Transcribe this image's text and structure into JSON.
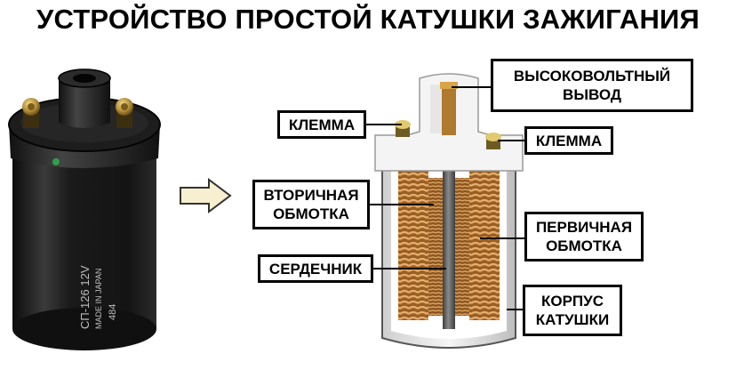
{
  "title": "УСТРОЙСТВО ПРОСТОЙ КАТУШКИ ЗАЖИГАНИЯ",
  "colors": {
    "background": "#ffffff",
    "text": "#000000",
    "copper": "#c88a45",
    "core": "#6b6b6b",
    "ceramic": "#f2f2f2",
    "arrow_fill": "#f7efcf"
  },
  "photo": {
    "marking_main": "СП-126 12V",
    "marking_sub": "MADE IN JAPAN",
    "marking_num": "484"
  },
  "labels": {
    "hv_output_line1": "ВЫСОКОВОЛЬТНЫЙ",
    "hv_output_line2": "ВЫВОД",
    "terminal_left": "КЛЕММА",
    "terminal_right": "КЛЕММА",
    "secondary_line1": "ВТОРИЧНАЯ",
    "secondary_line2": "ОБМОТКА",
    "primary_line1": "ПЕРВИЧНАЯ",
    "primary_line2": "ОБМОТКА",
    "core": "СЕРДЕЧНИК",
    "housing_line1": "КОРПУС",
    "housing_line2": "КАТУШКИ"
  }
}
